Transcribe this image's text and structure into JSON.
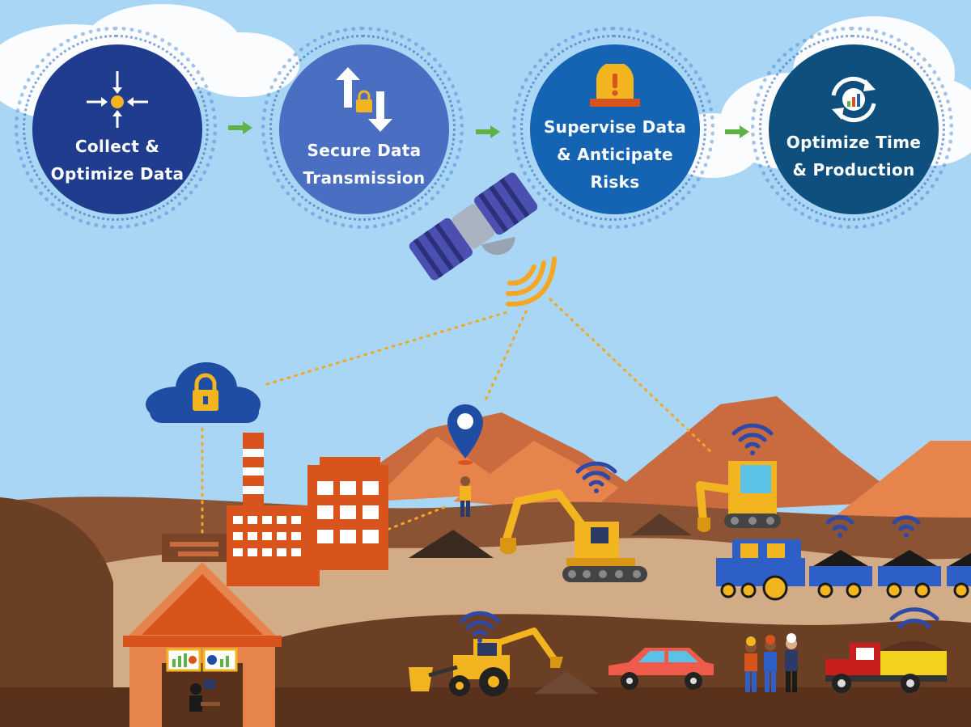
{
  "steps": [
    {
      "label_line1": "Collect &",
      "label_line2": "Optimize Data",
      "icon": "crosshair-collect-icon",
      "color": "#1f3c8f"
    },
    {
      "label_line1": "Secure Data",
      "label_line2": "Transmission",
      "icon": "secure-transfer-icon",
      "color": "#4a6fc2"
    },
    {
      "label_line1": "Supervise Data",
      "label_line2": "& Anticipate",
      "label_line3": "Risks",
      "icon": "warning-light-icon",
      "color": "#1464b3"
    },
    {
      "label_line1": "Optimize Time",
      "label_line2": "& Production",
      "icon": "refresh-chart-icon",
      "color": "#0f4f7d"
    }
  ],
  "colors": {
    "sky": "#a9d6f5",
    "arrow": "#5fb346",
    "factory": "#d9541c",
    "mountain_dark": "#c96a3f",
    "mountain_light": "#e6844c",
    "ground_light": "#d1ac87",
    "ground_dark": "#6b3f24",
    "machine_yellow": "#f2b51f",
    "wifi": "#2e49a8",
    "signal": "#f5a623"
  }
}
